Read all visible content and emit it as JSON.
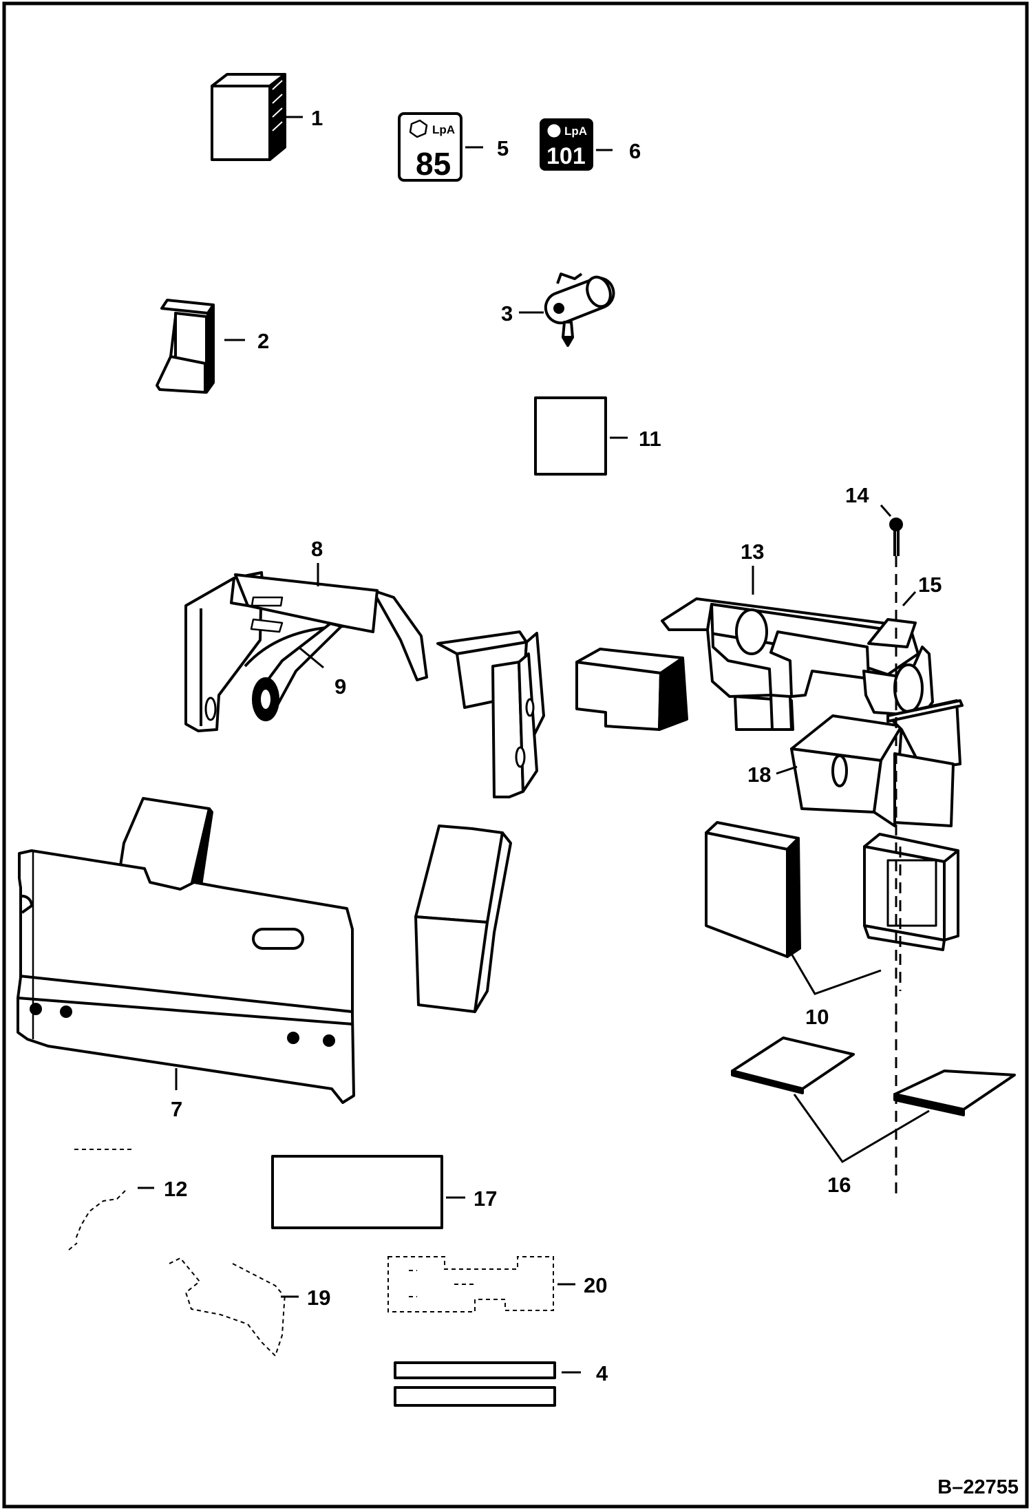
{
  "diagram": {
    "reference": "B–22755",
    "callouts": [
      "1",
      "2",
      "3",
      "4",
      "5",
      "6",
      "7",
      "8",
      "9",
      "10",
      "11",
      "12",
      "13",
      "14",
      "15",
      "16",
      "17",
      "18",
      "19",
      "20"
    ]
  },
  "decals": {
    "lpa_symbol": "LpA",
    "decal_5_value": "85",
    "decal_6_value": "101"
  },
  "colors": {
    "ink": "#000000",
    "paper": "#ffffff"
  }
}
